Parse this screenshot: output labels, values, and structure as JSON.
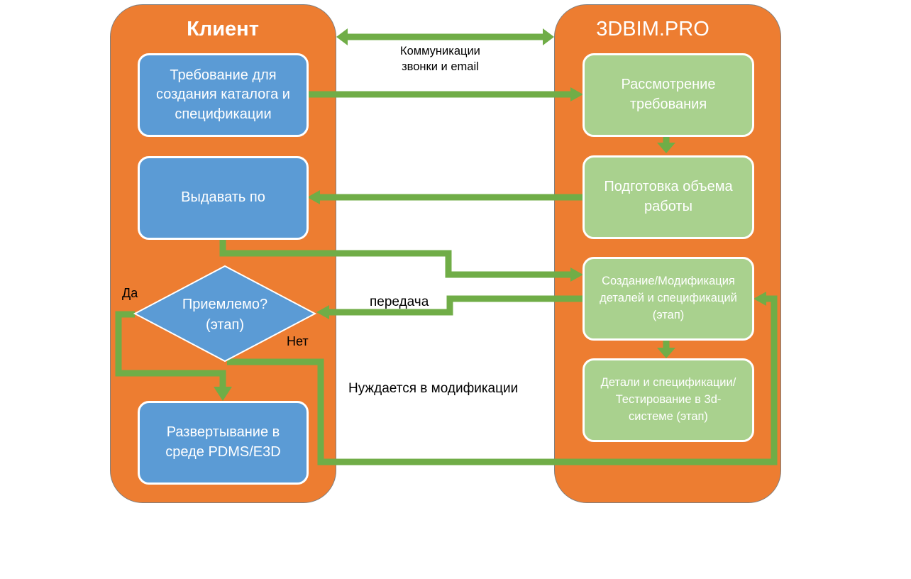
{
  "lanes": {
    "client": {
      "title": "Клиент"
    },
    "provider": {
      "title": "3DBIM.PRO"
    }
  },
  "client_nodes": {
    "requirement": "Требование для\nсоздания каталога и\nспецификации",
    "issue": "Выдавать по",
    "decision": "Приемлемо?\n(этап)",
    "deploy": "Развертывание в\nсреде PDMS/E3D"
  },
  "provider_nodes": {
    "review": "Рассмотрение\nтребования",
    "scope": "Подготовка объема\nработы",
    "create": "Создание/Модификация\nдеталей и спецификаций\n(этап)",
    "test": "Детали и спецификации/\nТестирование в 3d-\nсистеме (этап)"
  },
  "labels": {
    "communications": "Коммуникации\nзвонки и email",
    "transfer": "передача",
    "yes": "Да",
    "no": "Нет",
    "needs_modification": "Нуждается в модификации"
  },
  "colors": {
    "lane": "#ED7D31",
    "client_box": "#5B9BD5",
    "provider_box": "#A9D18E",
    "connector": "#70AD47"
  }
}
